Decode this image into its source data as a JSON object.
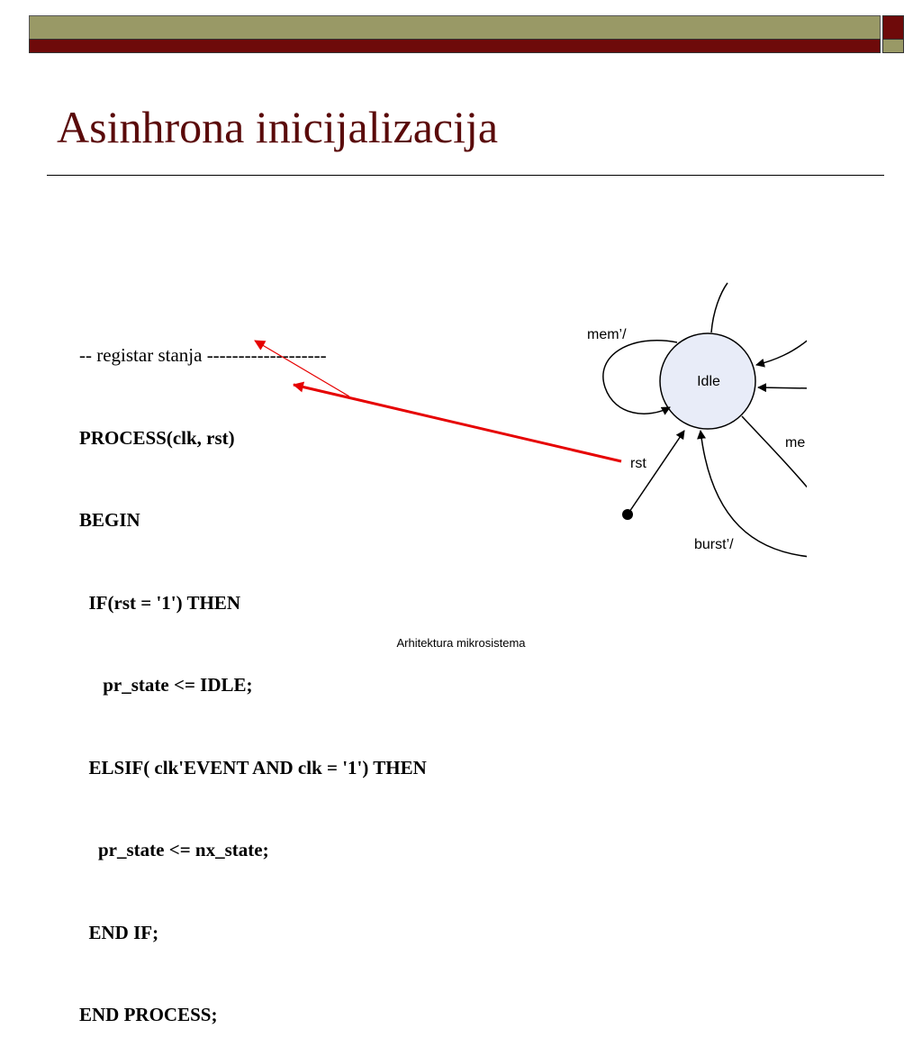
{
  "title": "Asinhrona inicijalizacija",
  "code_lines": [
    {
      "text": "-- registar stanja -------------------",
      "bold": false
    },
    {
      "text": "PROCESS(clk, rst)",
      "bold": true
    },
    {
      "text": "BEGIN",
      "bold": true
    },
    {
      "text": "  IF(rst = '1') THEN",
      "bold": true
    },
    {
      "text": "     pr_state <= IDLE;",
      "bold": true
    },
    {
      "text": "  ELSIF( clk'EVENT AND clk = '1') THEN",
      "bold": true
    },
    {
      "text": "    pr_state <= nx_state;",
      "bold": true
    },
    {
      "text": "  END IF;",
      "bold": true
    },
    {
      "text": "END PROCESS;",
      "bold": true
    }
  ],
  "diagram": {
    "state_label": "Idle",
    "self_loop_label": "mem’/",
    "reset_label": "rst",
    "burst_label": "burst’/",
    "right_label": "me",
    "state_fill": "#e8ecf8",
    "arrow_color": "#e60000"
  },
  "footer": "Arhitektura mikrosistema"
}
